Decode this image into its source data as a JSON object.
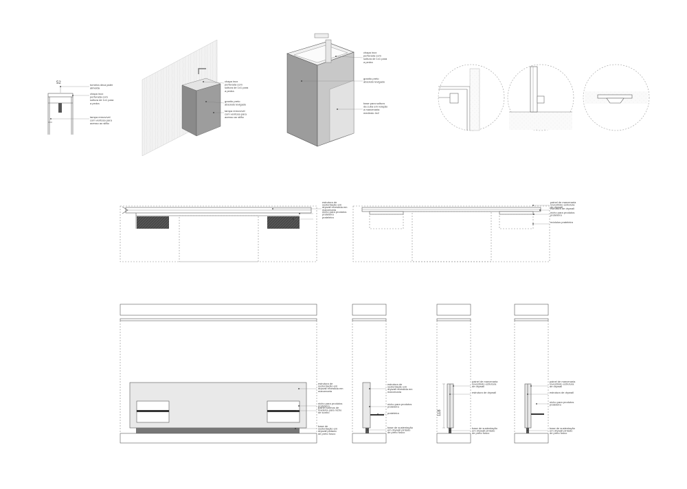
{
  "detail_left": {
    "dimension": "52",
    "notes": [
      [
        "torneira deca jader",
        "almeida"
      ],
      [
        "chapa inox",
        "perfurada com",
        "soltura de 1x1 para",
        "a pedra"
      ],
      [
        "tampa removível",
        "com ventosa para",
        "acesso ao sifão"
      ]
    ]
  },
  "iso_small": {
    "notes": [
      [
        "chapa inox",
        "perfurada com",
        "soltura de 1x1 para",
        "a pedra"
      ],
      [
        "granito preto",
        "absoluto levigado"
      ],
      [
        "tampa removível",
        "com ventosa para",
        "acesso ao sifão"
      ]
    ]
  },
  "iso_large": {
    "notes": [
      [
        "chapa inox",
        "perfurada com",
        "soltura de 1x1 para",
        "a pedra"
      ],
      [
        "granito preto",
        "absoluto levigado"
      ],
      [
        "base para soltura",
        "da cuba em relação",
        "à marcenaria",
        "medindo 4x2"
      ]
    ]
  },
  "plan_left": {
    "notes": [
      [
        "estrutura de",
        "sustentação em",
        "drywall revestida em",
        "marcenaria"
      ],
      [
        "nicho para produtos",
        "prateleira"
      ],
      [
        "prateleira"
      ]
    ]
  },
  "plan_right": {
    "notes": [
      [
        "painel de marcenaria",
        "revestindo estrutura",
        "de drywall"
      ],
      [
        "estrutura de drywall"
      ],
      [
        "nicho para produtos",
        "prateleira"
      ],
      [
        "módulos prateleira"
      ]
    ]
  },
  "elev_front": {
    "notes": [
      [
        "estrutura de",
        "sustentação em",
        "drywall revestida em",
        "marcenaria"
      ],
      [
        "nicho para produtos",
        "prateleira"
      ],
      [
        "painel sonhos de",
        "madeira para nicho",
        "de sonho"
      ],
      [
        "base de",
        "sustentação em",
        "drywall pintado",
        "de preto fosco"
      ]
    ]
  },
  "elev_side1": {
    "notes": [
      [
        "estrutura de",
        "sustentação em",
        "drywall revestida em",
        "marcenaria"
      ],
      [
        "nicho para produtos",
        "prateleira"
      ],
      [
        "prateleira"
      ],
      [
        "base de sustentação",
        "em drywall pintado",
        "de preto fosco"
      ]
    ]
  },
  "elev_side2": {
    "dimension": "118",
    "notes": [
      [
        "painel de marcenaria",
        "revestindo estrutura",
        "de drywall"
      ],
      [
        "estrutura de drywall"
      ],
      [
        "base de sustentação",
        "em drywall pintado",
        "de preto fosco"
      ]
    ]
  },
  "elev_side3": {
    "notes": [
      [
        "painel de marcenaria",
        "revestindo estrutura",
        "de drywall"
      ],
      [
        "estrutura de drywall"
      ],
      [
        "nicho para produtos",
        "prateleira"
      ],
      [
        "base de sustentação",
        "em drywall pintado",
        "de preto fosco"
      ]
    ]
  }
}
